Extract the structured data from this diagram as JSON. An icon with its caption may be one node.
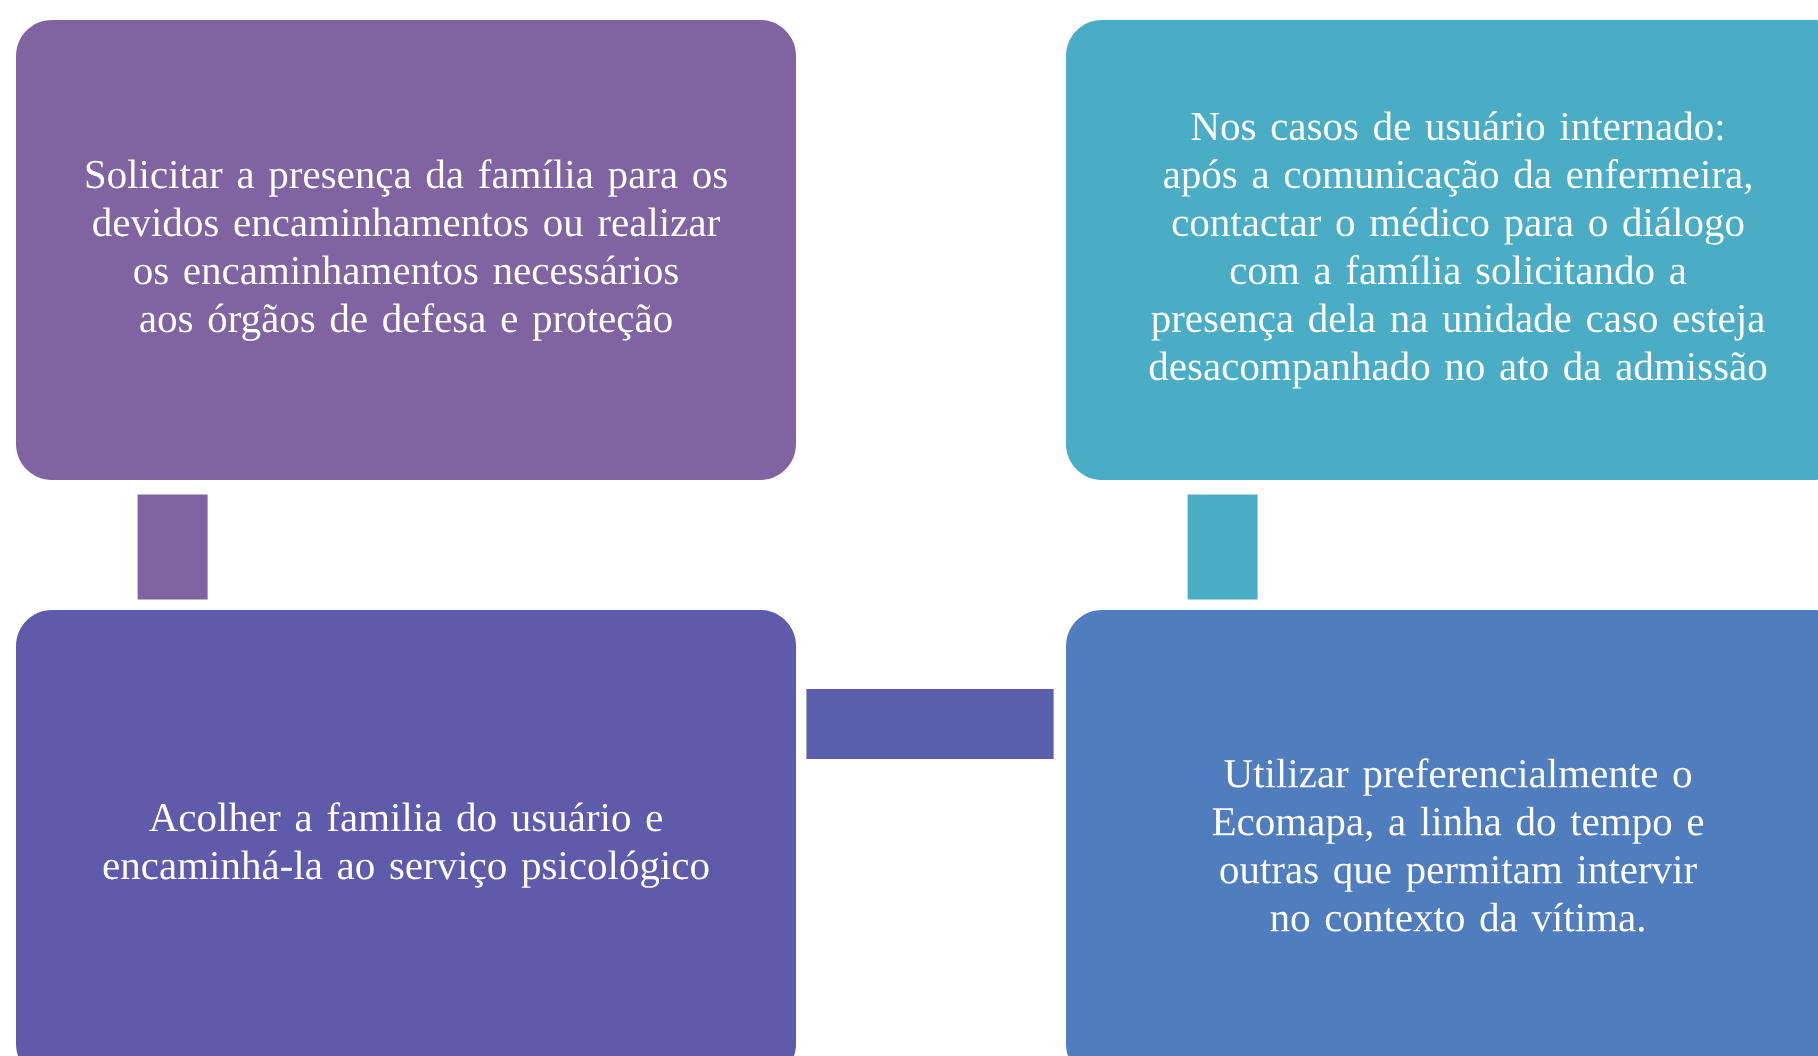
{
  "diagram": {
    "nodes": [
      {
        "text": [
          "Solicitar a presença da família para os devidos encaminhamentos ou realizar os encaminhamentos necessários aos órgãos de defesa e proteção"
        ]
      },
      {
        "text": [
          "Nos casos de usuário internado: após a comunicação da enfermeira, contactar o médico para o diálogo com a família solicitando a presença dela na unidade caso esteja desacompanhado no ato da admissão"
        ]
      },
      {
        "text": [
          "Acolher a familia do usuário e encaminhá-la  ao serviço psicológico"
        ]
      },
      {
        "text": [
          "Utilizar preferencialmente o Ecomapa, a linha do tempo e outras que permitam intervir no contexto da vítima."
        ]
      }
    ],
    "edges": [
      {
        "from": 0,
        "to": 2,
        "arrow": "none",
        "color": "#8064a2"
      },
      {
        "from": 1,
        "to": 3,
        "arrow": "none",
        "color": "#4bacc6"
      },
      {
        "from": 2,
        "to": 3,
        "arrow": "none",
        "color": "#5a5fad"
      }
    ]
  }
}
